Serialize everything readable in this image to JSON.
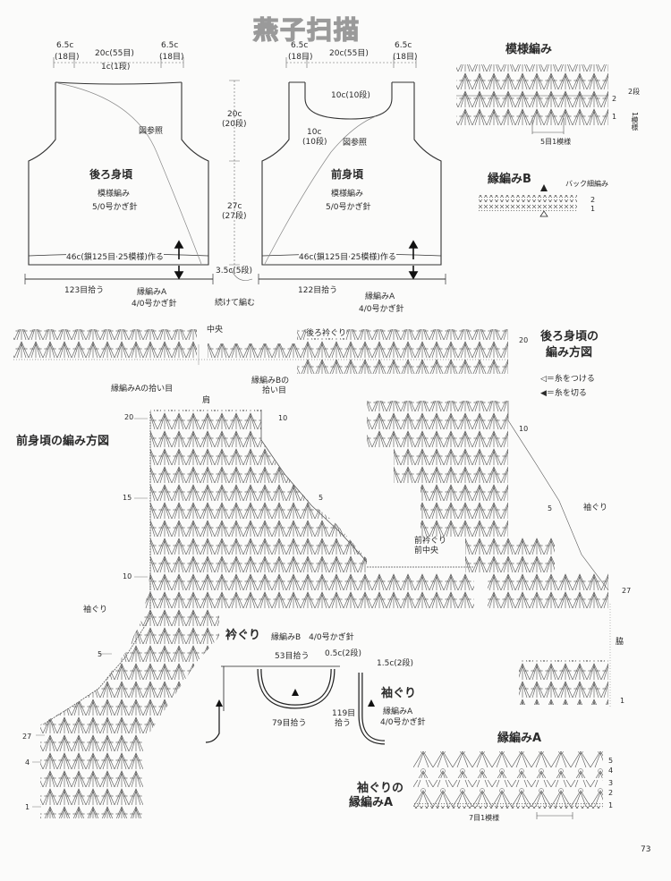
{
  "watermark": "燕子扫描",
  "page_number": "73",
  "back_body": {
    "title": "後ろ身頃",
    "pattern": "模様編み",
    "hook": "5/0号かぎ針",
    "width_left": "6.5c",
    "width_left_sts": "(18目)",
    "width_center": "20c(55目)",
    "width_right": "6.5c",
    "width_right_sts": "(18目)",
    "neck_depth": "1c(1段)",
    "see_diagram": "図参照",
    "bottom": "46c(鎖125目·25模様)作る",
    "pick_up": "123目拾う"
  },
  "front_body": {
    "title": "前身頃",
    "pattern": "模様編み",
    "hook": "5/0号かぎ針",
    "width_left": "6.5c",
    "width_left_sts": "(18目)",
    "width_center": "20c(55目)",
    "width_right": "6.5c",
    "width_right_sts": "(18目)",
    "neck_depth": "10c(10段)",
    "neck_side": "10c",
    "neck_side_rows": "(10段)",
    "see_diagram": "図参照",
    "bottom": "46c(鎖125目·25模様)作る",
    "pick_up": "122目拾う"
  },
  "middle": {
    "armhole": "20c",
    "armhole_rows": "(20段)",
    "body": "27c",
    "body_rows": "(27段)",
    "edge": "3.5c(5段)",
    "continue": "続けて編む"
  },
  "edging_a_label": "縁編みA",
  "edging_a_hook": "4/0号かぎ針",
  "pattern_stitch": {
    "title": "模様編み",
    "rows": "2段",
    "repeat": "1模様",
    "sts": "5目1模様"
  },
  "edging_b": {
    "title": "縁編みB",
    "note": "バック細編み"
  },
  "back_chart": {
    "title1": "後ろ身頃の",
    "title2": "編み方図",
    "center": "中央",
    "neckline": "後ろ衿ぐり",
    "armhole": "袖ぐり",
    "attach": "◁＝糸をつける",
    "cut": "◀＝糸を切る"
  },
  "front_chart": {
    "title": "前身頃の編み方図",
    "pickup_a": "縁編みAの拾い目",
    "pickup_b1": "縁編みBの",
    "pickup_b2": "拾い目",
    "shoulder": "肩",
    "neckline": "前衿ぐり",
    "center": "前中央",
    "armhole": "袖ぐり",
    "side": "脇"
  },
  "neck_edge": {
    "title": "衿ぐり",
    "spec": "縁編みB　4/0号かぎ針",
    "top": "53目拾う",
    "width": "0.5c(2段)",
    "bottom": "79目拾う"
  },
  "arm_edge": {
    "title": "袖ぐり",
    "spec1": "縁編みA",
    "spec2": "4/0号かぎ針",
    "width": "1.5c(2段)",
    "pick1": "119目",
    "pick2": "拾う"
  },
  "edging_a_chart": {
    "title": "縁編みA",
    "sub1": "袖ぐりの",
    "sub2": "縁編みA",
    "sts": "7目1模様"
  },
  "row_numbers": {
    "r1": "1",
    "r2": "2",
    "r3": "3",
    "r4": "4",
    "r5": "5",
    "r10": "10",
    "r15": "15",
    "r20": "20",
    "r27": "27"
  }
}
